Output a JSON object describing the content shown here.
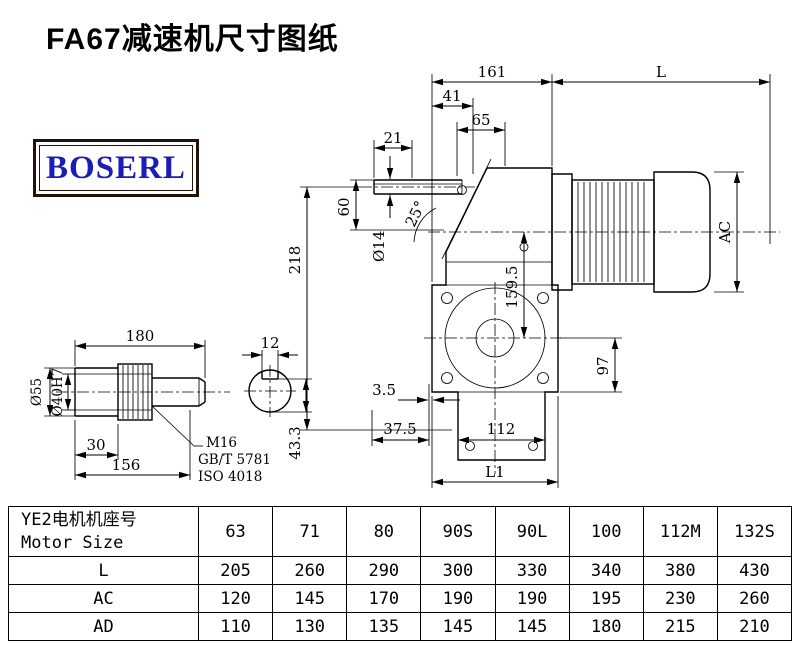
{
  "page": {
    "title": "FA67减速机尺寸图纸",
    "logo_text": "BOSERL"
  },
  "drawing": {
    "dims": {
      "d161": "161",
      "dL": "L",
      "d41": "41",
      "d65": "65",
      "d21": "21",
      "d60": "60",
      "dia14": "Ø14",
      "d218": "218",
      "angle25": "25°",
      "d159_5": "159.5",
      "dAC": "AC",
      "d97": "97",
      "d3_5": "3.5",
      "d37_5": "37.5",
      "d112": "112",
      "dL1": "L1"
    }
  },
  "shaft_detail": {
    "dims": {
      "d180": "180",
      "d12": "12",
      "dia55": "Ø55",
      "dia40": "Ø40H7",
      "d30": "30",
      "d156": "156",
      "d43_3": "43.3",
      "thread": "M16",
      "std_gb": "GB/T 5781",
      "std_iso": "ISO 4018"
    }
  },
  "table": {
    "header": {
      "label_cn": "YE2电机机座号",
      "label_en": "Motor Size",
      "sizes": [
        "63",
        "71",
        "80",
        "90S",
        "90L",
        "100",
        "112M",
        "132S"
      ]
    },
    "rows": [
      {
        "label": "L",
        "values": [
          "205",
          "260",
          "290",
          "300",
          "330",
          "340",
          "380",
          "430"
        ]
      },
      {
        "label": "AC",
        "values": [
          "120",
          "145",
          "170",
          "190",
          "190",
          "195",
          "230",
          "260"
        ]
      },
      {
        "label": "AD",
        "values": [
          "110",
          "130",
          "135",
          "145",
          "145",
          "180",
          "215",
          "210"
        ]
      }
    ]
  }
}
